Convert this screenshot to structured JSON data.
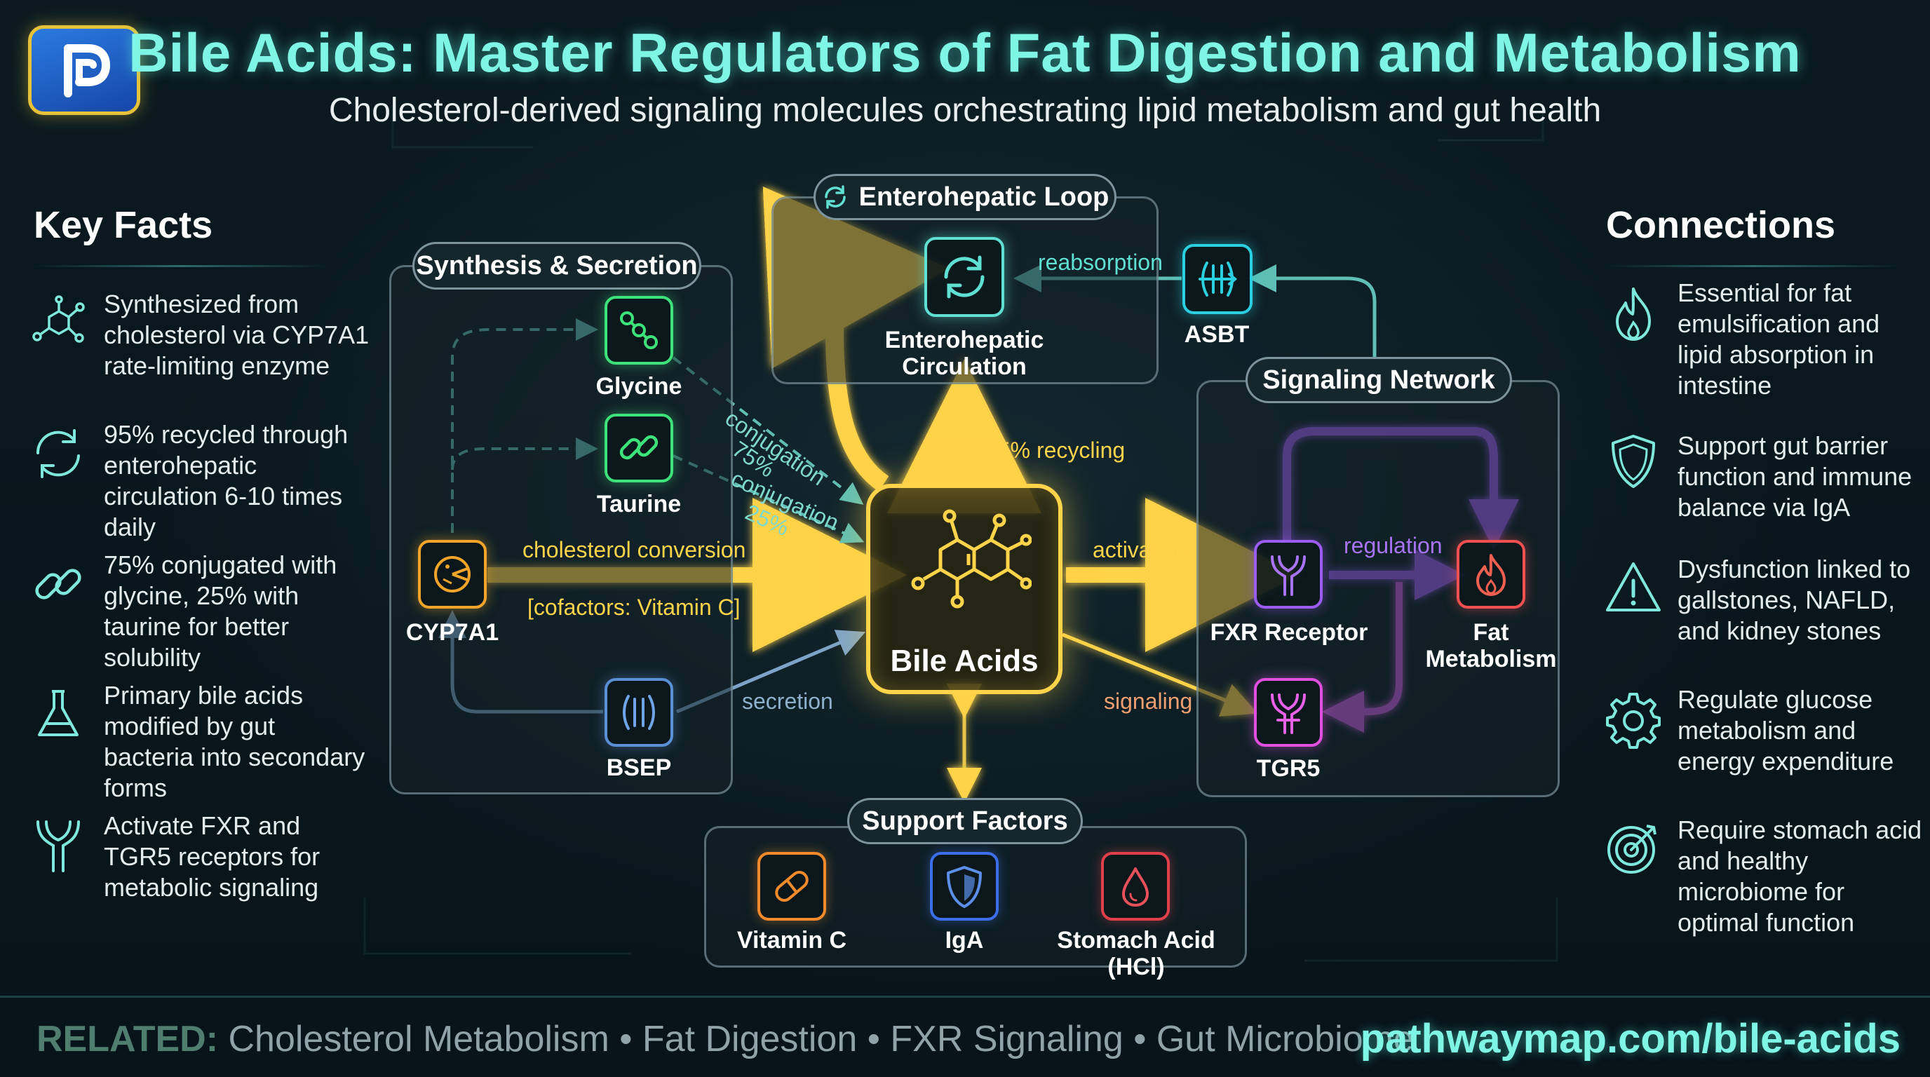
{
  "header": {
    "title": "Bile Acids: Master Regulators of Fat Digestion and Metabolism",
    "subtitle": "Cholesterol-derived signaling molecules orchestrating lipid metabolism and gut health",
    "logo_icon": "p-logo-icon"
  },
  "key_facts": {
    "heading": "Key Facts",
    "items": [
      {
        "icon": "molecule-icon",
        "text": "Synthesized from cholesterol via CYP7A1 rate-limiting enzyme"
      },
      {
        "icon": "recycle-icon",
        "text": "95% recycled through enterohepatic circulation 6-10 times daily"
      },
      {
        "icon": "link-icon",
        "text": "75% conjugated with glycine, 25% with taurine for better solubility"
      },
      {
        "icon": "flask-icon",
        "text": "Primary bile acids modified by gut bacteria into secondary forms"
      },
      {
        "icon": "receptor-icon",
        "text": "Activate FXR and TGR5 receptors for metabolic signaling"
      }
    ]
  },
  "connections": {
    "heading": "Connections",
    "items": [
      {
        "icon": "flame-icon",
        "text": "Essential for fat emulsification and lipid absorption in intestine"
      },
      {
        "icon": "shield-icon",
        "text": "Support gut barrier function and immune balance via IgA"
      },
      {
        "icon": "warning-icon",
        "text": "Dysfunction linked to gallstones, NAFLD, and kidney stones"
      },
      {
        "icon": "gear-icon",
        "text": "Regulate glucose metabolism and energy expenditure"
      },
      {
        "icon": "target-icon",
        "text": "Require stomach acid and healthy microbiome for optimal function"
      }
    ]
  },
  "diagram": {
    "synthesis_title": "Synthesis & Secretion",
    "loop_title": "Enterohepatic Loop",
    "signaling_title": "Signaling Network",
    "support_title": "Support Factors",
    "center_label": "Bile Acids",
    "nodes": {
      "cyp7a1": "CYP7A1",
      "glycine": "Glycine",
      "taurine": "Taurine",
      "bsep": "BSEP",
      "enterohepatic_line1": "Enterohepatic",
      "enterohepatic_line2": "Circulation",
      "asbt": "ASBT",
      "fxr": "FXR Receptor",
      "fat_line1": "Fat",
      "fat_line2": "Metabolism",
      "tgr5": "TGR5",
      "vitamin_c": "Vitamin C",
      "iga": "IgA",
      "stomach_acid": "Stomach Acid (HCl)"
    },
    "edges": {
      "cholesterol_conversion": "cholesterol conversion",
      "cofactors": "[cofactors: Vitamin C]",
      "conjugation1": "conjugation",
      "pct75": "75%",
      "conjugation2": "conjugation",
      "pct25": "25%",
      "secretion": "secretion",
      "recycling": "95% recycling",
      "reabsorption": "reabsorption",
      "activation": "activation",
      "regulation": "regulation",
      "signaling": "signaling"
    },
    "colors": {
      "yellow": "#ffd34a",
      "teal": "#5fe0d2",
      "green": "#3ee27a",
      "blue": "#5b8fd6",
      "purple": "#9b5cf0",
      "magenta": "#e04fe0",
      "red": "#f05050",
      "orange": "#f08a2a"
    }
  },
  "footer": {
    "related_label": "RELATED:",
    "related_items": "Cholesterol Metabolism • Fat Digestion • FXR Signaling • Gut Microbiome",
    "url": "pathwaymap.com/bile-acids"
  }
}
